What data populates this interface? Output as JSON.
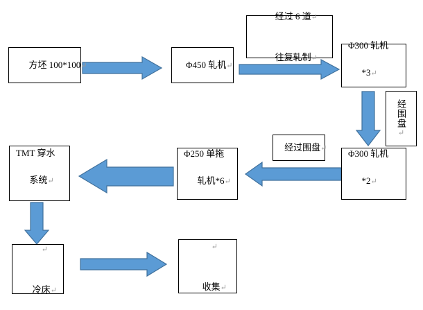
{
  "diagram": {
    "title": "Steel rolling mill process flow",
    "background_color": "#ffffff",
    "box_fill": "#ffffff",
    "box_border": "#000000",
    "arrow_fill": "#5B9BD5",
    "arrow_border": "#41719C",
    "pilcrow": "↵"
  },
  "nodes": {
    "billet": {
      "line1": "方坯 100*100",
      "line2": ""
    },
    "mill450": {
      "line1": "Φ450 轧机",
      "line2": ""
    },
    "mill300x3": {
      "line1": "Φ300 轧机",
      "line2": "*3"
    },
    "mill300x2": {
      "line1": "Φ300 轧机",
      "line2": "*2"
    },
    "mill250x6": {
      "line1": "Φ250 单拖",
      "line2": "轧机*6"
    },
    "tmt": {
      "line1": "TMT 穿水",
      "line2": "系统"
    },
    "coolbed": {
      "line1": "",
      "line2": "冷床"
    },
    "collect": {
      "line1": "",
      "line2": "收集"
    }
  },
  "labels": {
    "six_pass": {
      "line1": "经过 6 道",
      "line2": "往复轧制"
    },
    "via_coil": {
      "line1": "经过围盘"
    },
    "coil_vertical": {
      "text": "经围盘"
    }
  },
  "connectors": [
    {
      "name": "billet-to-mill450",
      "direction": "right"
    },
    {
      "name": "mill450-to-mill300x3",
      "direction": "right"
    },
    {
      "name": "mill300x3-to-mill300x2",
      "direction": "down"
    },
    {
      "name": "mill300x2-to-mill250x6",
      "direction": "left"
    },
    {
      "name": "mill250x6-to-tmt",
      "direction": "left"
    },
    {
      "name": "tmt-to-coolbed",
      "direction": "down"
    },
    {
      "name": "coolbed-to-collect",
      "direction": "right"
    }
  ]
}
